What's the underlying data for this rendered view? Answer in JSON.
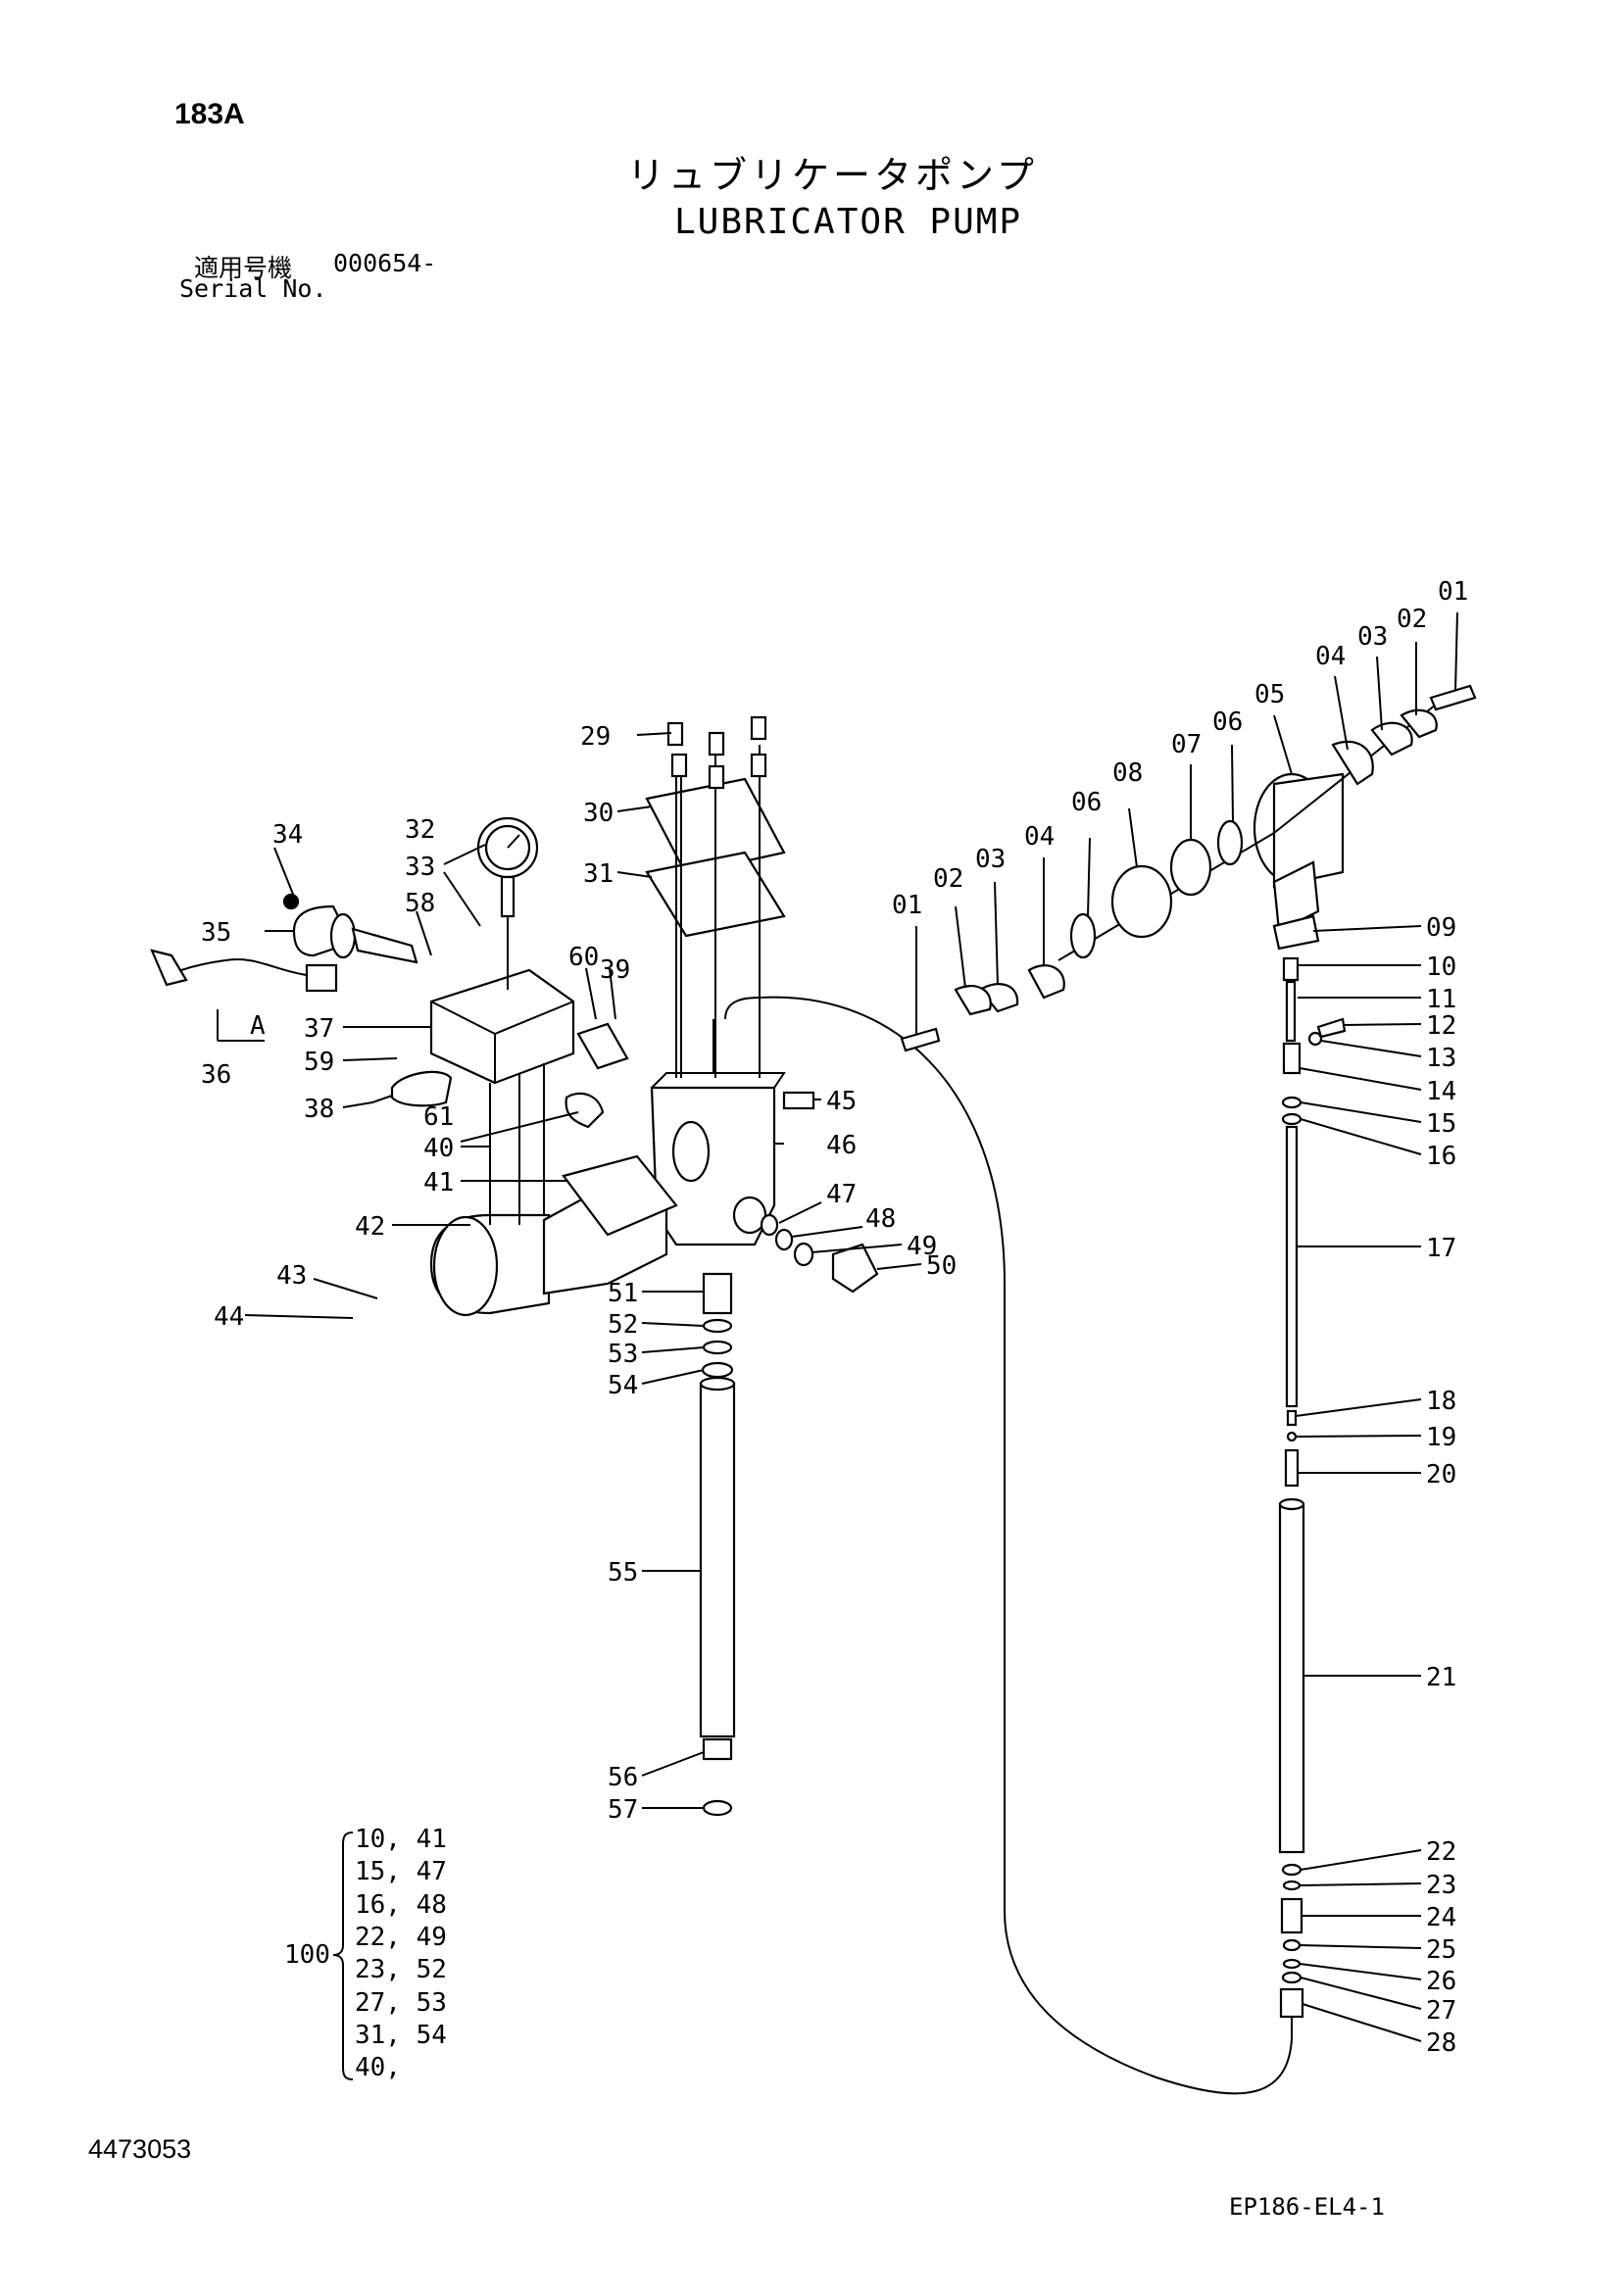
{
  "header": {
    "page_code": "183A",
    "title_jp": "リュブリケータポンプ",
    "title_en": "LUBRICATOR PUMP",
    "serial_label_jp": "適用号機",
    "serial_value": "000654-",
    "serial_label_en": "Serial No."
  },
  "footer": {
    "doc_number": "4473053",
    "ref_code": "EP186-EL4-1"
  },
  "diagram": {
    "view_label": "A",
    "kit": {
      "number": "100",
      "rows": [
        "10, 41",
        "15, 47",
        "16, 48",
        "22, 49",
        "23, 52",
        "27, 53",
        "31, 54",
        "40,"
      ]
    },
    "callouts": [
      "01",
      "01",
      "02",
      "02",
      "03",
      "03",
      "04",
      "04",
      "05",
      "06",
      "06",
      "07",
      "08",
      "09",
      "10",
      "11",
      "12",
      "13",
      "14",
      "15",
      "16",
      "17",
      "18",
      "19",
      "20",
      "21",
      "22",
      "23",
      "24",
      "25",
      "26",
      "27",
      "28",
      "29",
      "30",
      "31",
      "32",
      "33",
      "34",
      "35",
      "36",
      "37",
      "38",
      "39",
      "40",
      "41",
      "42",
      "43",
      "44",
      "45",
      "46",
      "47",
      "48",
      "49",
      "50",
      "51",
      "52",
      "53",
      "54",
      "55",
      "56",
      "57",
      "58",
      "59",
      "60",
      "61"
    ]
  }
}
